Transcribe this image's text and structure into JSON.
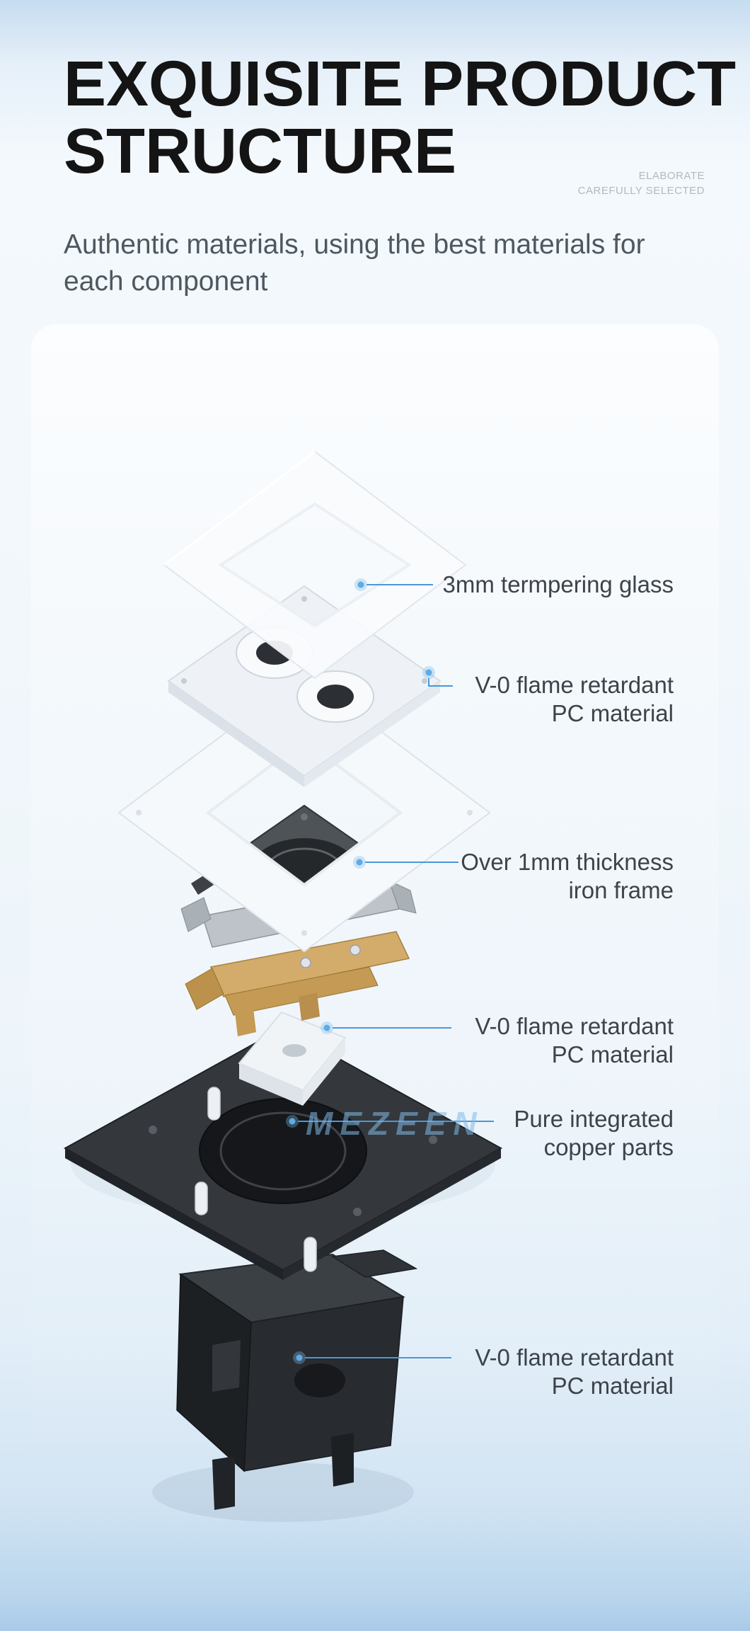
{
  "page": {
    "title_line1": "EXQUISITE PRODUCT",
    "title_line2": "STRUCTURE",
    "tagline_line1": "ELABORATE",
    "tagline_line2": "CAREFULLY SELECTED",
    "subtitle_line1": "Authentic materials, using the best materials for",
    "subtitle_line2": "each component",
    "watermark": "MEZEEN"
  },
  "callouts": [
    {
      "id": "tempering-glass",
      "line1": "3mm termpering glass",
      "line2": ""
    },
    {
      "id": "pc-material-top",
      "line1": "V-0 flame retardant",
      "line2": "PC material"
    },
    {
      "id": "iron-frame",
      "line1": "Over 1mm thickness",
      "line2": "iron frame"
    },
    {
      "id": "pc-material-middle",
      "line1": "V-0 flame retardant",
      "line2": "PC material"
    },
    {
      "id": "copper-parts",
      "line1": "Pure integrated",
      "line2": "copper parts"
    },
    {
      "id": "pc-material-bottom",
      "line1": "V-0 flame retardant",
      "line2": "PC material"
    }
  ],
  "colors": {
    "accent_line": "#4a97dc",
    "accent_dot": "#5fabe4",
    "title_text": "#141414",
    "label_text": "#3d434a",
    "background_top": "#c6dcf0",
    "background_bottom": "#a9cae8"
  }
}
